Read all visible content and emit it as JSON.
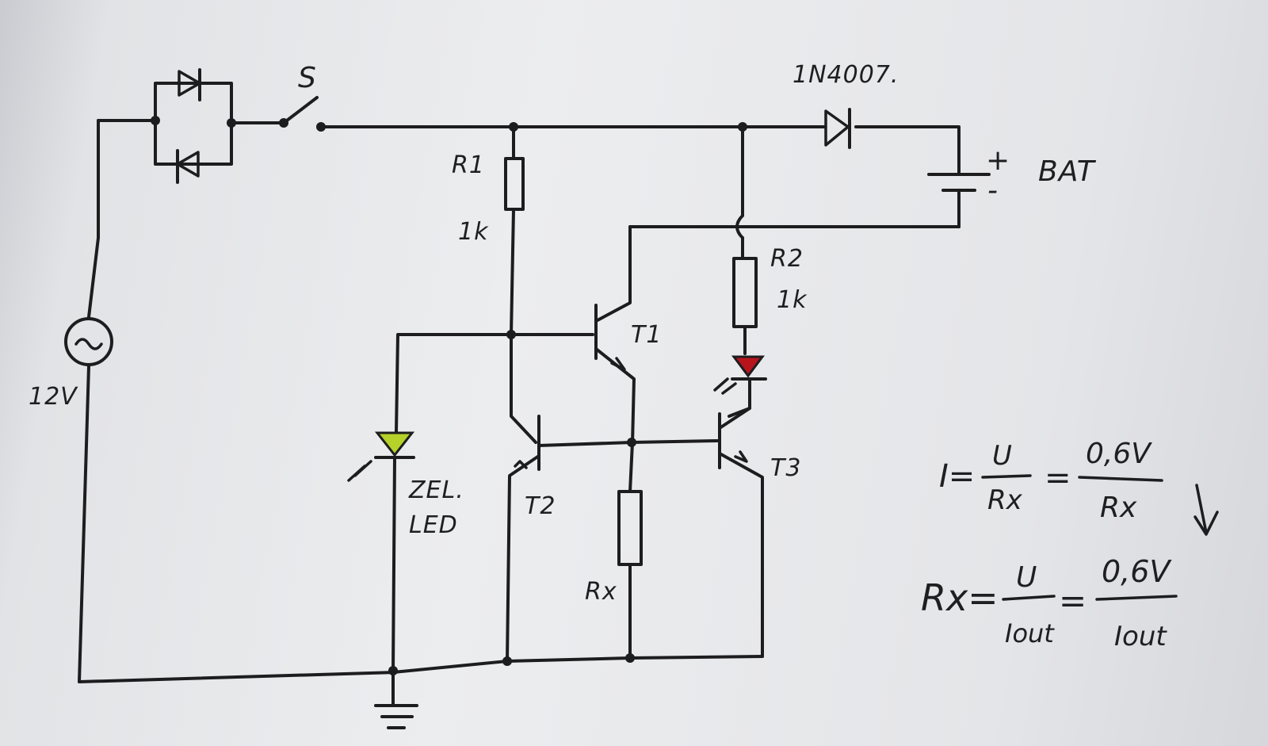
{
  "labels": {
    "switch": "S",
    "diode": "1N4007.",
    "battery": "BAT",
    "battery_plus": "+",
    "battery_minus": "-",
    "r1_name": "R1",
    "r1_value": "1k",
    "r2_name": "R2",
    "r2_value": "1k",
    "t1": "T1",
    "t2": "T2",
    "t3": "T3",
    "rx": "Rx",
    "led_green": "ZEL.",
    "led_green_2": "LED",
    "source": "12V"
  },
  "equations": {
    "eq1_lhs": "I=",
    "eq1_num": "U",
    "eq1_den": "Rx",
    "eq1_eq": "=",
    "eq1_num2": "0,6V",
    "eq1_den2": "Rx",
    "eq2_lhs": "Rx=",
    "eq2_num": "U",
    "eq2_den": "Iout",
    "eq2_eq": "=",
    "eq2_num2": "0,6V",
    "eq2_den2": "Iout"
  },
  "colors": {
    "green_led": "#b5d12a",
    "red_led": "#b8141c",
    "ink": "#1d1d1f"
  }
}
